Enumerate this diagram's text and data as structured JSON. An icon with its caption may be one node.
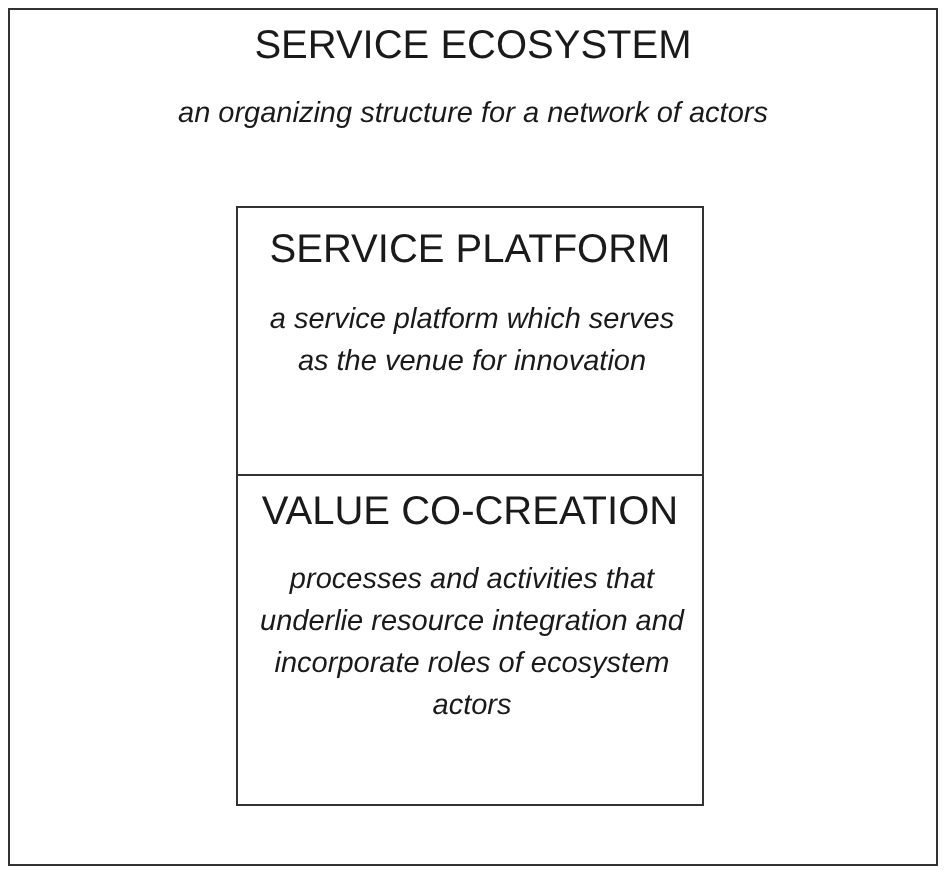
{
  "diagram": {
    "nodes": [
      {
        "text": [
          "SERVICE ECOSYSTEM",
          "an organizing structure for a network of actors"
        ]
      },
      {
        "text": [
          "SERVICE PLATFORM",
          "a service platform which serves as the venue for innovation"
        ],
        "in": 0
      },
      {
        "text": [
          "VALUE CO-CREATION",
          "processes and activities that underlie resource integration and incorporate roles of ecosystem actors"
        ],
        "in": 0
      }
    ]
  }
}
